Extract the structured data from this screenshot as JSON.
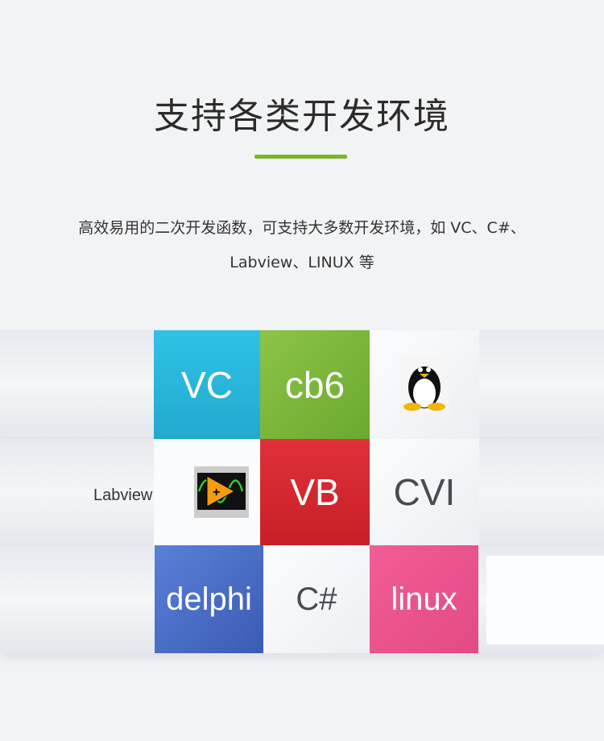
{
  "heading": "支持各类开发环境",
  "description": {
    "line1": "高效易用的二次开发函数，可支持大多数开发环境，如 VC、C#、",
    "line2": "Labview、LINUX 等"
  },
  "tiles": {
    "vc": "VC",
    "cb6": "cb6",
    "vb": "VB",
    "cvi": "CVI",
    "delphi": "delphi",
    "csharp": "C#",
    "linux": "linux",
    "labview": "Labview"
  },
  "colors": {
    "vc": "#2fbfe4",
    "cb6": "#7ab83a",
    "vb": "#d8242c",
    "delphi": "#4a6dc6",
    "linux": "#ec5590",
    "accent": "#7ab82b"
  }
}
